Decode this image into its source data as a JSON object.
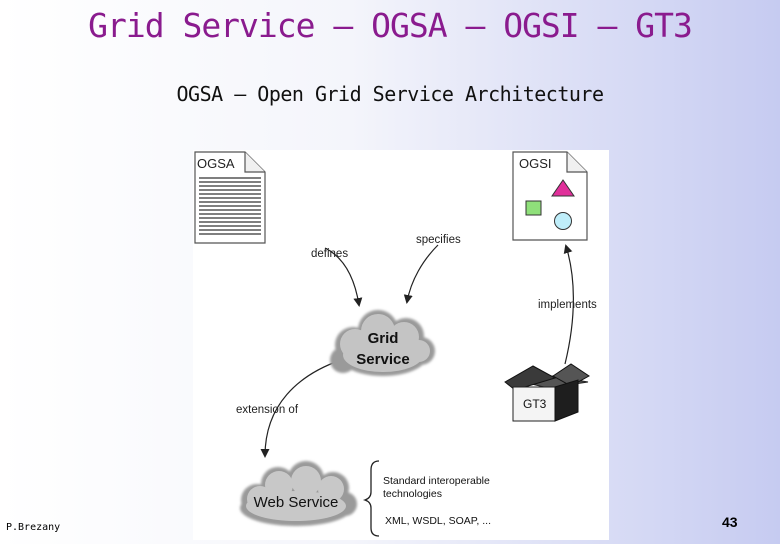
{
  "slide": {
    "title": "Grid Service – OGSA – OGSI – GT3",
    "subtitle": "OGSA – Open Grid Service Architecture"
  },
  "diagram": {
    "ogsa_doc_label": "OGSA",
    "ogsi_doc_label": "OGSI",
    "defines_label": "defines",
    "specifies_label": "specifies",
    "implements_label": "implements",
    "grid_service_line1": "Grid",
    "grid_service_line2": "Service",
    "gt3_label": "GT3",
    "extension_label": "extension of",
    "web_service_label": "Web Service",
    "std_tech_line1": "Standard interoperable",
    "std_tech_line2": "technologies",
    "tech_list": "XML, WSDL, SOAP, ...",
    "colors": {
      "triangle": "#e0309a",
      "square": "#8fe07a",
      "circle": "#bfeefa",
      "title": "#8a1b8e"
    }
  },
  "footer": {
    "author": "P.Brezany",
    "page_number": "43"
  }
}
